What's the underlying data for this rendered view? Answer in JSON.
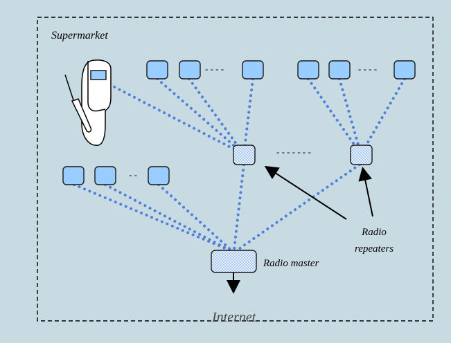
{
  "labels": {
    "area": "Supermarket",
    "master": "Radio master",
    "repeaters_line1": "Radio",
    "repeaters_line2": "repeaters",
    "internet": "Internet",
    "gap_long": "- - - - - - -",
    "gap_short": "- - - -",
    "gap_tiny": "- -"
  },
  "colors": {
    "background": "#c8dbe3",
    "border": "#000000",
    "node_fill": "#99ccff",
    "node_stroke": "#1a1a1a",
    "link": "#4f7fd9",
    "relay_fill": "#ddeeff"
  },
  "icons": [
    "handheld-scanner-icon",
    "barcode-wand-icon"
  ]
}
